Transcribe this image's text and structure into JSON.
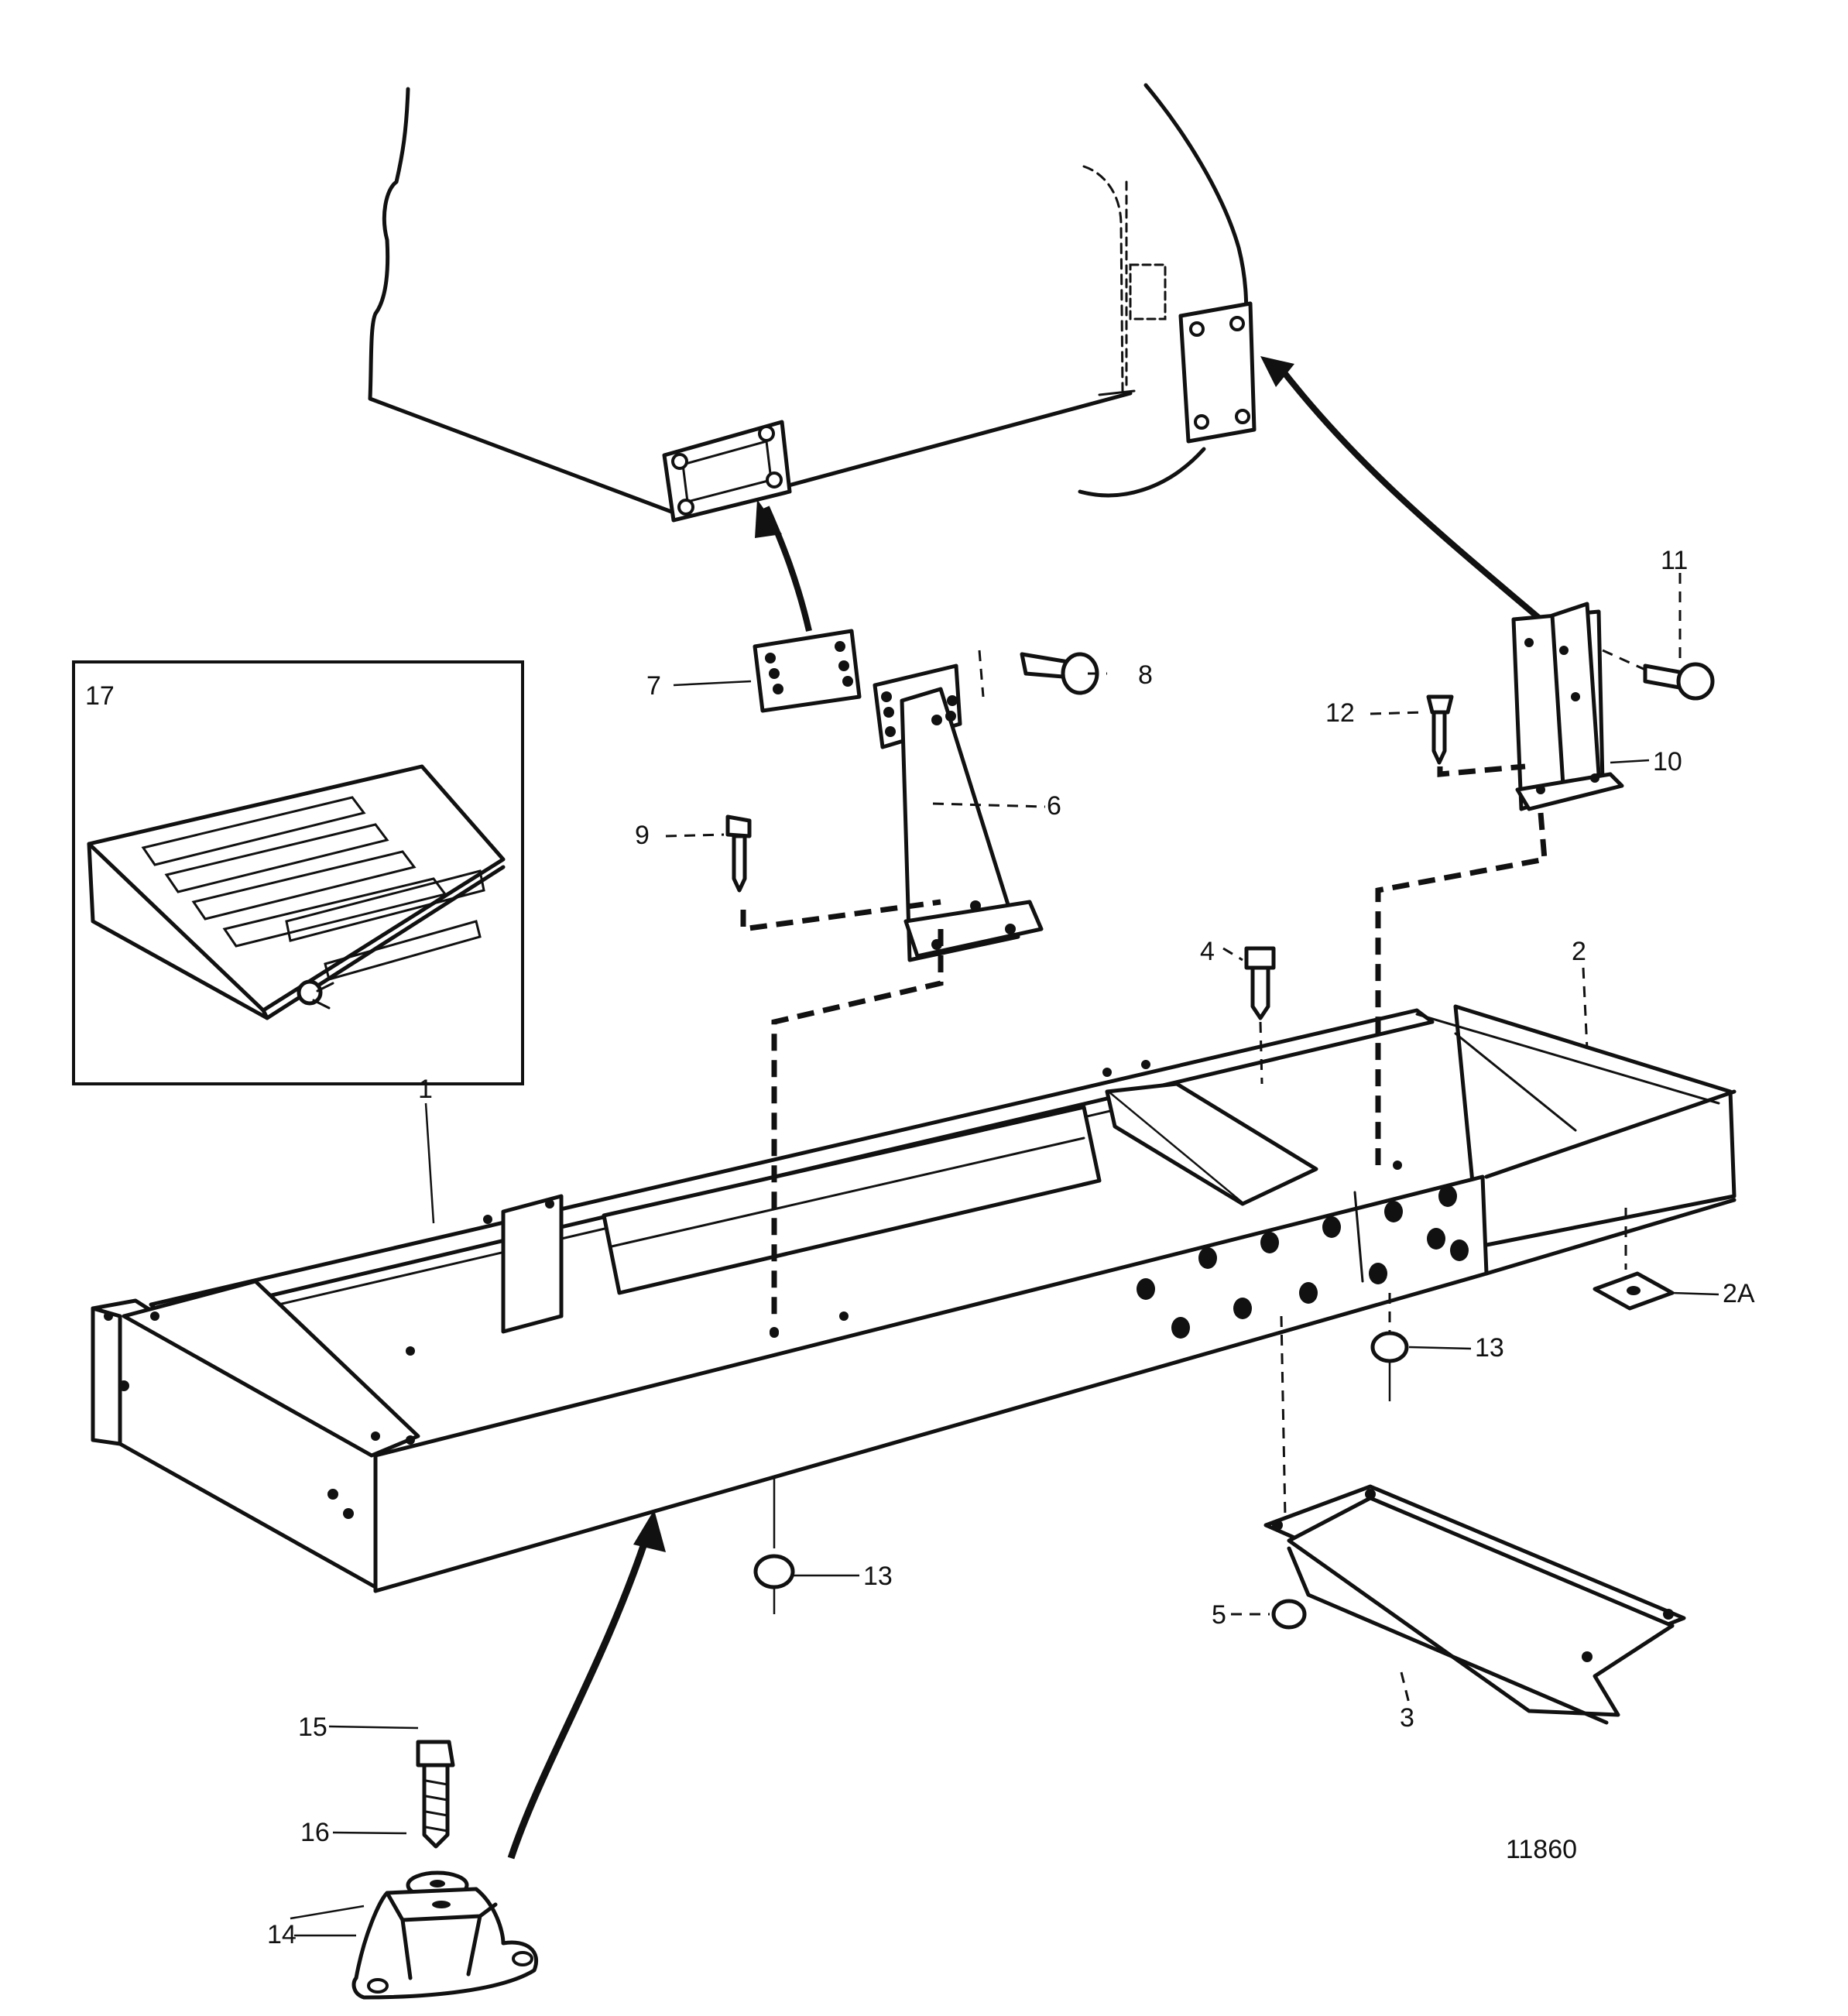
{
  "diagram": {
    "drawing_number": "11860",
    "callouts": {
      "c1": "1",
      "c2": "2",
      "c2a": "2A",
      "c3": "3",
      "c4": "4",
      "c5": "5",
      "c6": "6",
      "c7": "7",
      "c8": "8",
      "c9": "9",
      "c10": "10",
      "c11": "11",
      "c12": "12",
      "c13a": "13",
      "c13b": "13",
      "c14": "14",
      "c15": "15",
      "c16": "16",
      "c17": "17"
    }
  }
}
